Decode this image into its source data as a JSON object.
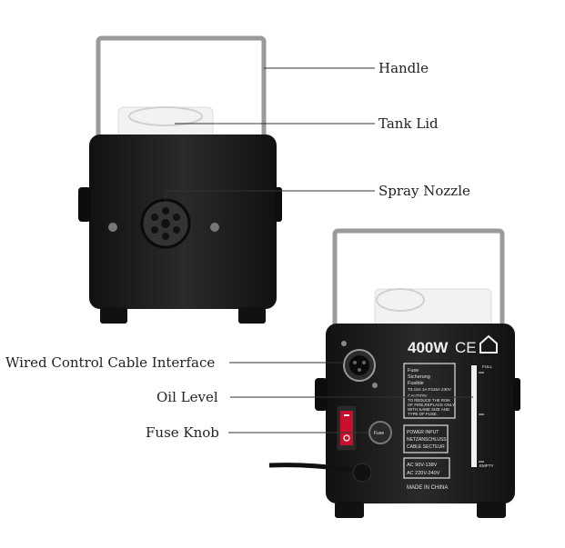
{
  "callouts": {
    "handle": "Handle",
    "tank_lid": "Tank Lid",
    "spray_nozzle": "Spray Nozzle",
    "wired_control": "Wired Control Cable Interface",
    "oil_level": "Oil Level",
    "fuse_knob": "Fuse Knob"
  },
  "rear_panel": {
    "wattage": "400W",
    "ce_mark": "CE",
    "fuse_heading": "Fuse",
    "fuse_de": "Sicherung",
    "fuse_fr": "Fusible",
    "fuse_rating": "T3.15A 1A   F315A 230V",
    "caution_1": "CAUTION:",
    "caution_2": "TO REDUCE THE RISK",
    "caution_3": "OF FIRE,REPLACE ONLY",
    "caution_4": "WITH SAME SIZE AND",
    "caution_5": "TYPE OF FUSE.",
    "power_1": "POWER INPUT",
    "power_2": "NETZANSCHLUSS",
    "power_3": "CABLE SECTEUR",
    "ac_1": "AC 90V-138V",
    "ac_2": "AC 220V-240V",
    "made_in": "MADE IN CHINA",
    "gauge_full": "FULL",
    "gauge_empty": "EMPTY",
    "fuse_cap": "Fuse"
  },
  "colors": {
    "body": "#1c1c1c",
    "handle": "#9a9a9a",
    "tank": "#f3f3f3",
    "rocker": "#c8102e",
    "leader": "#333333"
  }
}
